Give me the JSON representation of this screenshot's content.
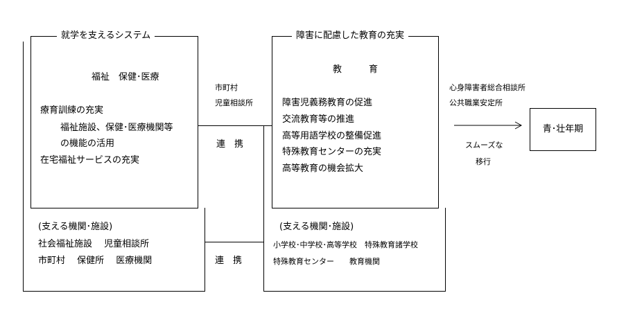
{
  "left": {
    "title": "就学を支えるシステム",
    "heading": "福祉　保健･医療",
    "items": [
      "療育訓練の充実",
      "福祉施設、保健･医療機関等",
      "の機能の活用",
      "在宅福祉サービスの充実"
    ],
    "support_label": "(支える機関･施設)",
    "support_lines": [
      "社会福祉施設　 児童相談所",
      "市町村　 保健所　 医療機関"
    ]
  },
  "middle": {
    "labels": [
      "市町村",
      "児童相談所"
    ],
    "link_upper": "連　携",
    "link_lower": "連　携"
  },
  "center": {
    "title": "障害に配慮した教育の充実",
    "heading": "教　　　育",
    "items": [
      "障害児義務教育の促進",
      "交流教育等の推進",
      "高等用語学校の整備促進",
      "特殊教育センターの充実",
      "高等教育の機会拡大"
    ],
    "support_label": "(支える機関･施設)",
    "support_lines": [
      "小学校･中学校･高等学校　特殊教育諸学校",
      "特殊教育センター　　教育機関"
    ]
  },
  "right": {
    "labels": [
      "心身障害者総合相談所",
      "公共職業安定所"
    ],
    "transition": [
      "スムーズな",
      "移行"
    ],
    "target_box": "青･壮年期"
  }
}
